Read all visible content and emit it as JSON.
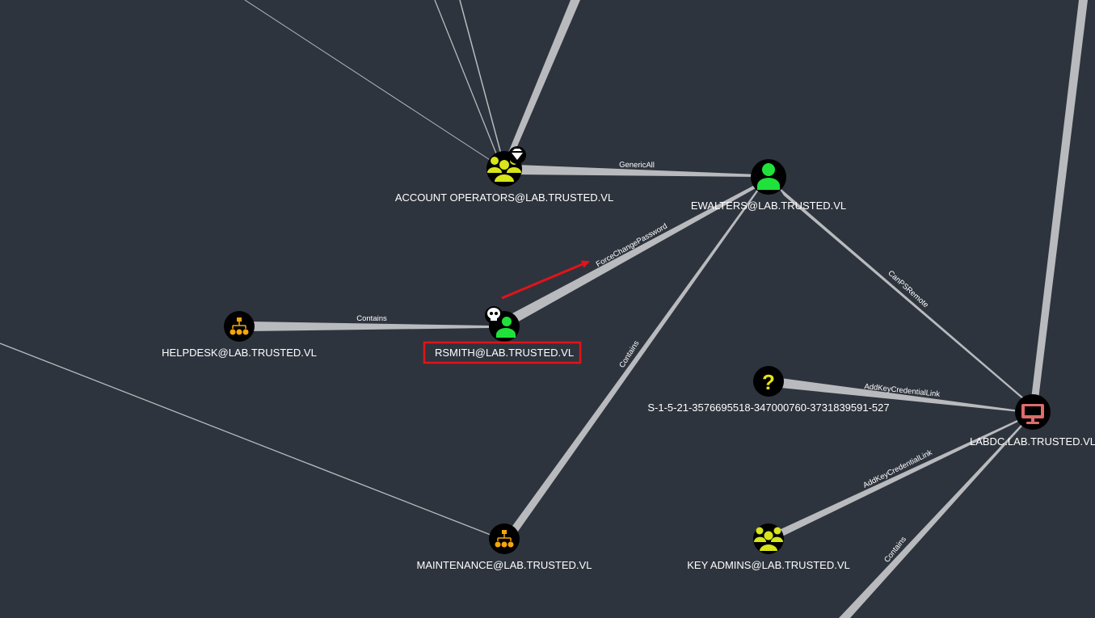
{
  "colors": {
    "background": "#2e343d",
    "edge": "#b8babe",
    "node_bg": "#000000",
    "user_icon": "#1fe33a",
    "group_icon": "#d7e51a",
    "ou_icon": "#f5a60b",
    "computer_icon": "#e06b6b",
    "unknown_icon": "#e9e419",
    "highlight": "#e0141a",
    "label": "#ffffff"
  },
  "nodes": {
    "account_operators": {
      "label": "ACCOUNT OPERATORS@LAB.TRUSTED.VL",
      "type": "group",
      "badge": "high-value-diamond"
    },
    "ewalters": {
      "label": "EWALTERS@LAB.TRUSTED.VL",
      "type": "user"
    },
    "rsmith": {
      "label": "RSMITH@LAB.TRUSTED.VL",
      "type": "user",
      "badge": "owned-skull",
      "highlighted": true
    },
    "helpdesk": {
      "label": "HELPDESK@LAB.TRUSTED.VL",
      "type": "ou"
    },
    "maintenance": {
      "label": "MAINTENANCE@LAB.TRUSTED.VL",
      "type": "ou"
    },
    "sid": {
      "label": "S-1-5-21-3576695518-347000760-3731839591-527",
      "type": "unknown"
    },
    "labdc": {
      "label": "LABDC.LAB.TRUSTED.VL",
      "type": "computer"
    },
    "key_admins": {
      "label": "KEY ADMINS@LAB.TRUSTED.VL",
      "type": "group"
    }
  },
  "edges": {
    "generic_all": "GenericAll",
    "force_change_password": "ForceChangePassword",
    "contains_helpdesk": "Contains",
    "contains_maintenance": "Contains",
    "can_ps_remote": "CanPSRemote",
    "add_key_cred_sid": "AddKeyCredentialLink",
    "add_key_cred_keyadmins": "AddKeyCredentialLink",
    "contains_labdc": "Contains"
  }
}
